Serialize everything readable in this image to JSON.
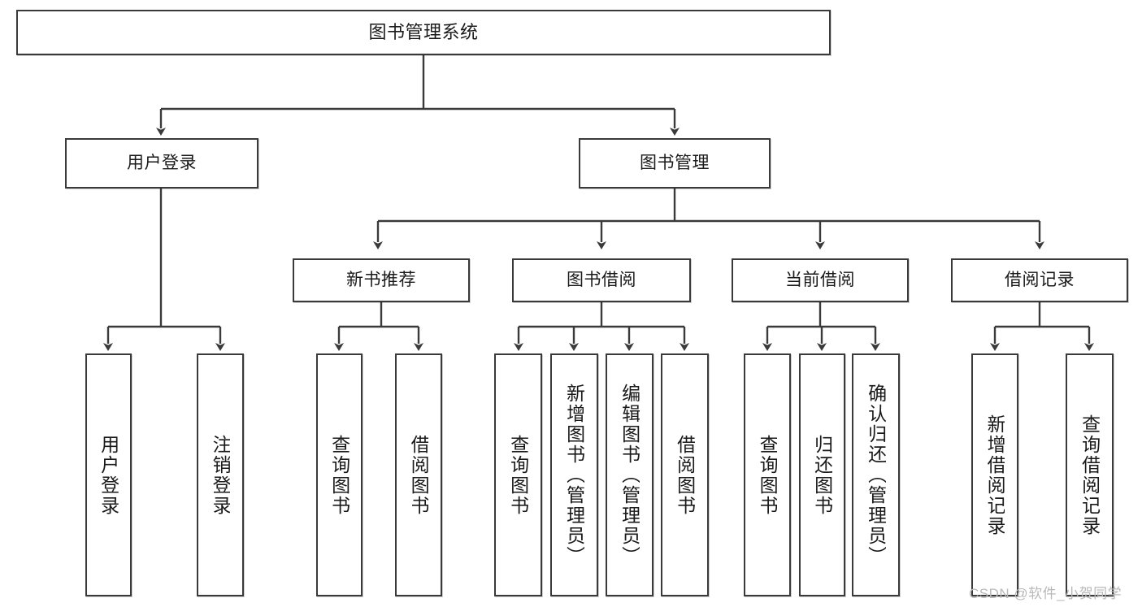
{
  "diagram": {
    "title": "图书管理系统",
    "type": "tree-hierarchy-diagram",
    "root": {
      "label": "图书管理系统"
    },
    "level1": [
      {
        "label": "用户登录"
      },
      {
        "label": "图书管理"
      }
    ],
    "level2": [
      {
        "label": "新书推荐"
      },
      {
        "label": "图书借阅"
      },
      {
        "label": "当前借阅"
      },
      {
        "label": "借阅记录"
      }
    ],
    "leaves_user_login": [
      {
        "label": "用户登录"
      },
      {
        "label": "注销登录"
      }
    ],
    "leaves_new_book": [
      {
        "label": "查询图书"
      },
      {
        "label": "借阅图书"
      }
    ],
    "leaves_borrow": [
      {
        "label": "查询图书"
      },
      {
        "label": "新增图书（管理员）"
      },
      {
        "label": "编辑图书（管理员）"
      },
      {
        "label": "借阅图书"
      }
    ],
    "leaves_current": [
      {
        "label": "查询图书"
      },
      {
        "label": "归还图书"
      },
      {
        "label": "确认归还（管理员）"
      }
    ],
    "leaves_records": [
      {
        "label": "新增借阅记录"
      },
      {
        "label": "查询借阅记录"
      }
    ]
  },
  "watermark": {
    "text": "CSDN @软件_小贺同学"
  },
  "colors": {
    "stroke": "#3a3a3a",
    "background": "#ffffff",
    "text": "#1a1a1a",
    "watermark": "#b9b9b9"
  }
}
